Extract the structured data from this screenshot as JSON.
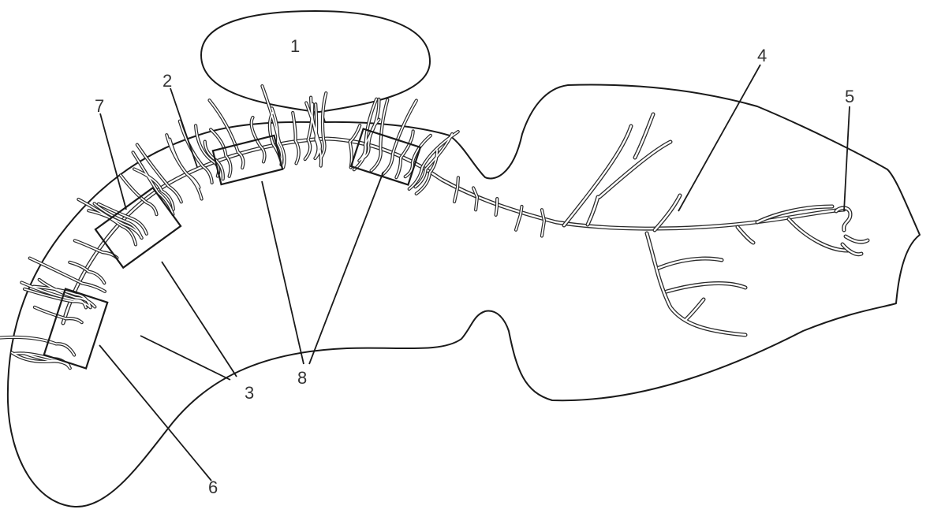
{
  "labels": {
    "l1": "1",
    "l2": "2",
    "l3": "3",
    "l4": "4",
    "l5": "5",
    "l6": "6",
    "l7": "7",
    "l8": "8"
  },
  "colors": {
    "line": "#1a1a1a",
    "background": "#ffffff",
    "label": "#333333"
  }
}
